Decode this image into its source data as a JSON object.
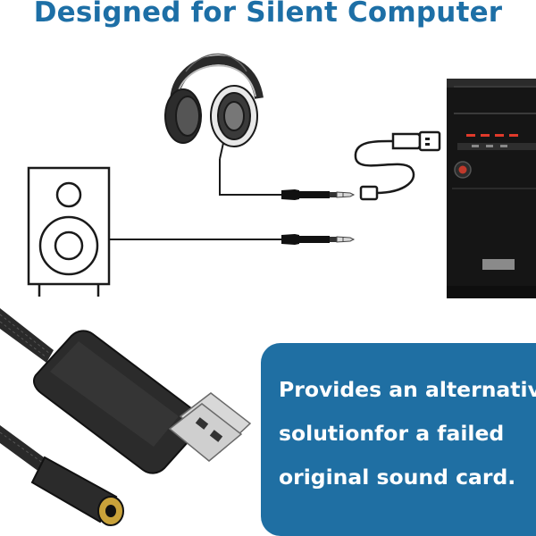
{
  "headline": "Designed for Silent Computer",
  "callout": {
    "lines": [
      "Provides an alternative",
      "solutionfor a failed",
      "original sound card."
    ]
  },
  "colors": {
    "headline": "#1d6fa6",
    "callout_bg": "#1f6fa3",
    "callout_text": "#ffffff",
    "line_art": "#1a1a1a",
    "tower": "#151515",
    "adapter_body": "#2b2b2b"
  },
  "icons": {
    "headphones": "headphones-icon",
    "speaker": "speaker-icon",
    "computer": "computer-tower-icon",
    "usb_adapter": "usb-adapter-icon",
    "usb_cable": "usb-cable-icon"
  }
}
